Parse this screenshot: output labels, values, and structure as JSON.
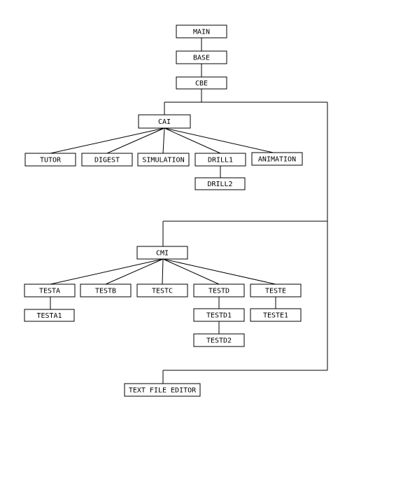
{
  "nodes": {
    "main": "MAIN",
    "base": "BASE",
    "cbe": "CBE",
    "cai": "CAI",
    "tutor": "TUTOR",
    "digest": "DIGEST",
    "simulation": "SIMULATION",
    "drill1": "DRILL1",
    "animation": "ANIMATION",
    "drill2": "DRILL2",
    "cmi": "CMI",
    "testa": "TESTA",
    "testb": "TESTB",
    "testc": "TESTC",
    "testd": "TESTD",
    "teste": "TESTE",
    "testa1": "TESTA1",
    "testd1": "TESTD1",
    "teste1": "TESTE1",
    "testd2": "TESTD2",
    "text_file_editor": "TEXT FILE EDITOR"
  }
}
